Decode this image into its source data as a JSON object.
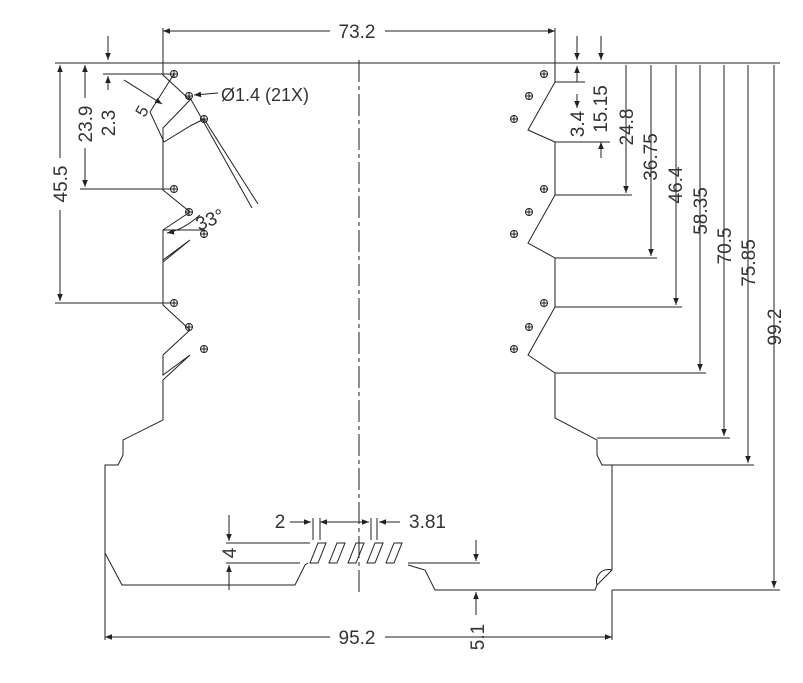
{
  "dimensions": {
    "top_width": "73.2",
    "bottom_width": "95.2",
    "hole_callout": "Ø1.4 (21X)",
    "angle": "33°",
    "left_23_9": "23.9",
    "left_2_3": "2.3",
    "left_45_5": "45.5",
    "left_5": "5",
    "right_3_4": "3.4",
    "right_15_15": "15.15",
    "right_24_8": "24.8",
    "right_36_75": "36.75",
    "right_46_4": "46.4",
    "right_58_35": "58.35",
    "right_70_5": "70.5",
    "right_75_85": "75.85",
    "right_99_2": "99.2",
    "slot_2": "2",
    "slot_3_81": "3.81",
    "slot_4": "4",
    "bottom_5_1": "5.1"
  }
}
